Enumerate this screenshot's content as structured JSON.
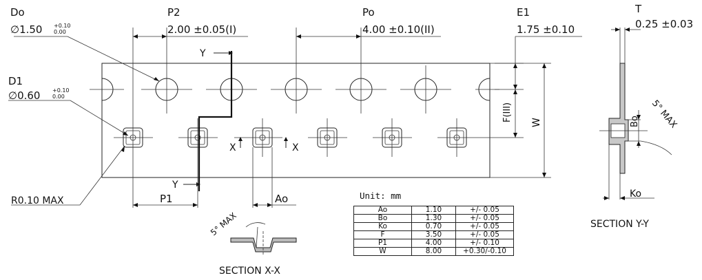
{
  "labels": {
    "do_name": "Do",
    "do_value": "∅1.50",
    "do_tol_plus": "+0.10",
    "do_tol_minus": "0.00",
    "p2_name": "P2",
    "p2_value": "2.00 ±0.05(I)",
    "po_name": "Po",
    "po_value": "4.00 ±0.10(II)",
    "e1_name": "E1",
    "e1_value": "1.75 ±0.10",
    "t_name": "T",
    "t_value": "0.25 ±0.03",
    "d1_name": "D1",
    "d1_value": "∅0.60",
    "d1_tol_plus": "+0.10",
    "d1_tol_minus": "0.00",
    "y_top": "Y",
    "y_bottom": "Y",
    "x_left": "X",
    "x_right": "X",
    "f_label": "F(III)",
    "w_label": "W",
    "bo_label": "Bo",
    "max_angle_yy": "5° MAX",
    "ko_label": "Ko",
    "section_yy": "SECTION Y-Y",
    "r_max": "R0.10 MAX",
    "p1_label": "P1",
    "ao_label": "Ao",
    "max_angle_xx": "5° MAX",
    "section_xx": "SECTION X-X",
    "unit": "Unit: mm"
  },
  "table": [
    [
      "Ao",
      "1.10",
      "+/- 0.05"
    ],
    [
      "Bo",
      "1.30",
      "+/- 0.05"
    ],
    [
      "Ko",
      "0.70",
      "+/- 0.05"
    ],
    [
      "F",
      "3.50",
      "+/- 0.05"
    ],
    [
      "P1",
      "4.00",
      "+/- 0.10"
    ],
    [
      "W",
      "8.00",
      "+0.30/-0.10"
    ]
  ]
}
